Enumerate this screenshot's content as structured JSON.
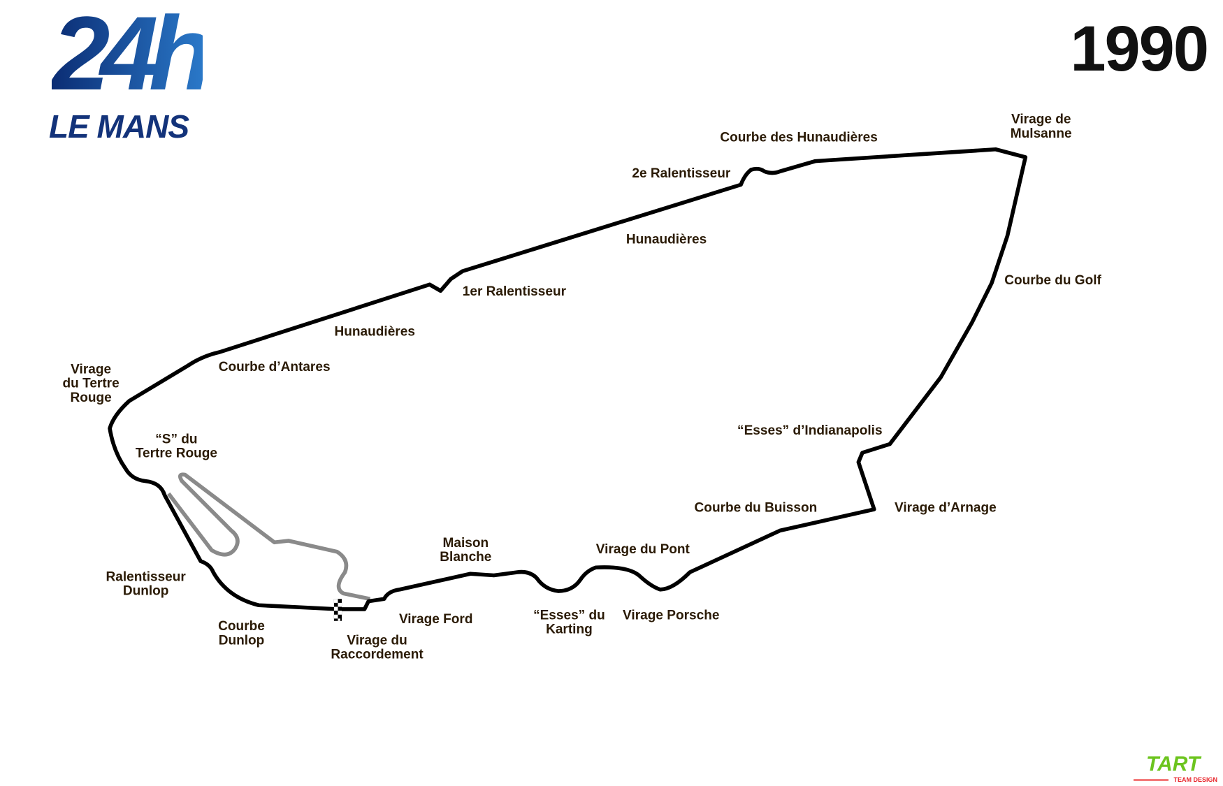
{
  "logo": {
    "number": "24h",
    "text": "LE MANS"
  },
  "year": "1990",
  "credit": {
    "logo": "TART",
    "text": "TEAM DESIGN"
  },
  "colors": {
    "track": "#000000",
    "old_track": "#8a8a8a",
    "label": "#2a1a05",
    "logo_blue": "#0f3c8c"
  },
  "labels": {
    "virage_mulsanne": [
      "Virage de",
      "Mulsanne"
    ],
    "courbe_hunaudieres": "Courbe des Hunaudières",
    "ralentisseur_2": "2e Ralentisseur",
    "hunaudieres_1": "Hunaudières",
    "ralentisseur_1": "1er Ralentisseur",
    "hunaudieres_2": "Hunaudières",
    "courbe_antares": "Courbe d’Antares",
    "tertre_rouge": [
      "Virage",
      "du Tertre",
      "Rouge"
    ],
    "s_tertre_rouge": [
      "“S” du",
      "Tertre Rouge"
    ],
    "courbe_golf": "Courbe du Golf",
    "esses_indianapolis": "“Esses” d’Indianapolis",
    "courbe_buisson": "Courbe du Buisson",
    "virage_arnage": "Virage d’Arnage",
    "maison_blanche": [
      "Maison",
      "Blanche"
    ],
    "virage_pont": "Virage du Pont",
    "ralentisseur_dunlop": [
      "Ralentisseur",
      "Dunlop"
    ],
    "courbe_dunlop": [
      "Courbe",
      "Dunlop"
    ],
    "virage_ford": "Virage Ford",
    "esses_karting": [
      "“Esses” du",
      "Karting"
    ],
    "virage_porsche": "Virage Porsche",
    "virage_raccordement": [
      "Virage du",
      "Raccordement"
    ]
  }
}
